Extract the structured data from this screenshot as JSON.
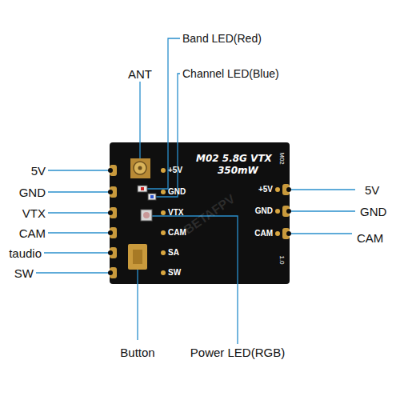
{
  "diagram": {
    "nodes": [
      {
        "text": [
          "M02 5.8G VTX",
          "350mW"
        ]
      }
    ],
    "labels": [
      "Band LED(Red)",
      "ANT",
      "Channel LED(Blue)",
      "5V",
      "GND",
      "VTX",
      "CAM",
      "taudio",
      "SW",
      "+5V",
      "GND",
      "VTX",
      "CAM",
      "SA",
      "SW",
      "+5V",
      "GND",
      "CAM",
      "5V",
      "GND",
      "CAM",
      "Button",
      "Power LED(RGB)",
      "BETAFPV",
      "M02",
      "1.0"
    ]
  }
}
